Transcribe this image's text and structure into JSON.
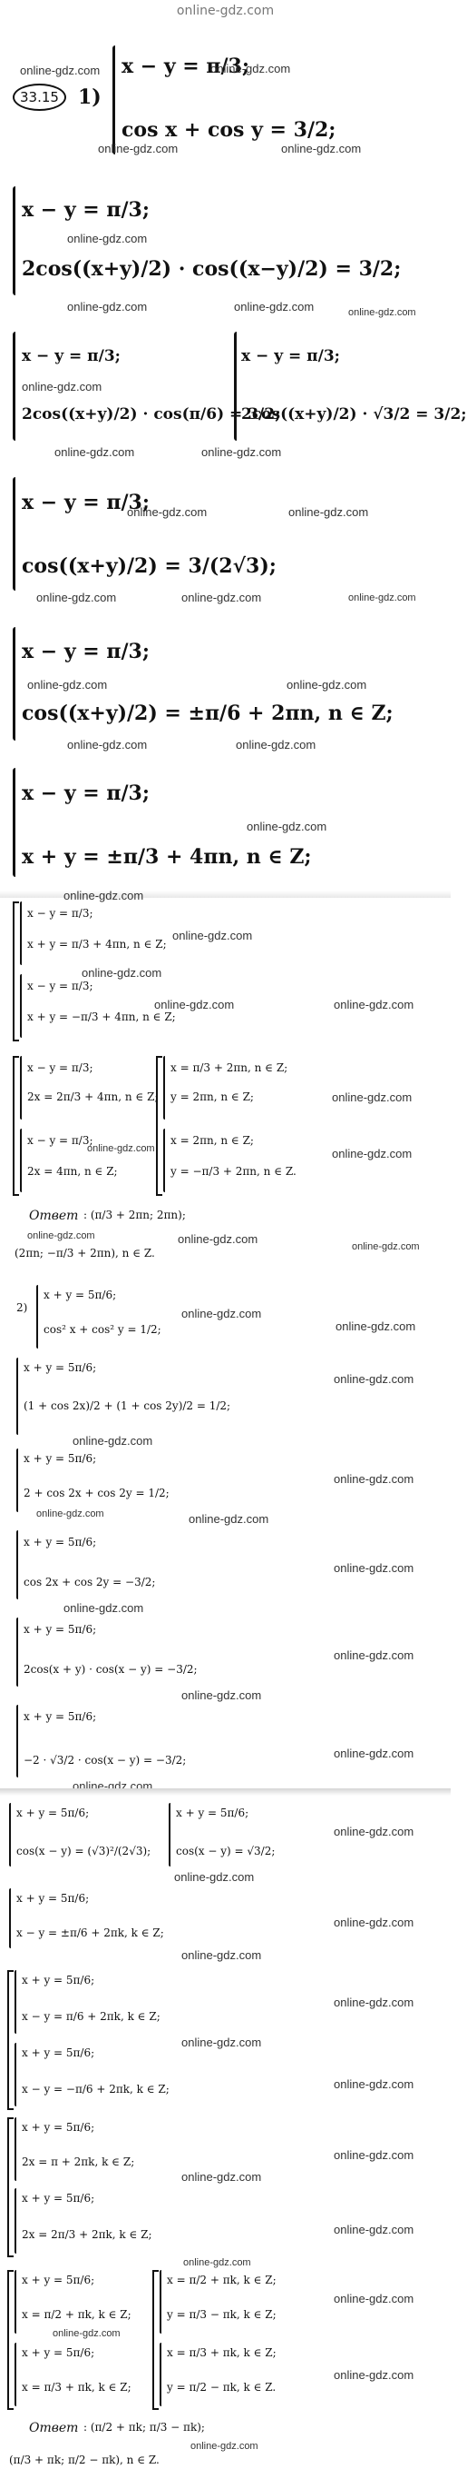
{
  "header": {
    "site": "online-gdz.com"
  },
  "problem": {
    "number": "33.15",
    "part1_label": "1)",
    "part2_label": "2)"
  },
  "watermark": "online-gdz.com",
  "part1": {
    "sys1": [
      "x − y = π/3;",
      "cos x + cos y = 3/2;"
    ],
    "sys2": [
      "x − y = π/3;",
      "2cos((x+y)/2) · cos((x−y)/2) = 3/2;"
    ],
    "sys3a": [
      "x − y = π/3;",
      "2cos((x+y)/2) · cos(π/6) = 3/2;"
    ],
    "sys3b": [
      "x − y = π/3;",
      "2cos((x+y)/2) · √3/2 = 3/2;"
    ],
    "sys4": [
      "x − y = π/3;",
      "cos((x+y)/2) = 3/(2√3);"
    ],
    "sys5": [
      "x − y = π/3;",
      "cos((x+y)/2) = ±π/6 + 2πn, n ∈ Z;"
    ],
    "sys6": [
      "x − y = π/3;",
      "x + y = ±π/3 + 4πn, n ∈ Z;"
    ],
    "sys7": [
      "x − y = π/3;",
      "x + y = π/3 + 4πn, n ∈ Z;",
      "x − y = π/3;",
      "x + y = −π/3 + 4πn, n ∈ Z;"
    ],
    "sys8a": [
      "x − y = π/3;",
      "2x = 2π/3 + 4πn, n ∈ Z;",
      "x − y = π/3;",
      "2x = 4πn, n ∈ Z;"
    ],
    "sys8b": [
      "x = π/3 + 2πn, n ∈ Z;",
      "y = 2πn, n ∈ Z;",
      "x = 2πn, n ∈ Z;",
      "y = −π/3 + 2πn, n ∈ Z."
    ],
    "answer_word": "Ответ",
    "answer1": ": (π/3 + 2πn; 2πn);",
    "answer2": "(2πn; −π/3 + 2πn), n ∈ Z."
  },
  "part2": {
    "sys1": [
      "x + y = 5π/6;",
      "cos² x + cos² y = 1/2;"
    ],
    "sys2": [
      "x + y = 5π/6;",
      "(1 + cos 2x)/2 + (1 + cos 2y)/2 = 1/2;"
    ],
    "sys3": [
      "x + y = 5π/6;",
      "2 + cos 2x + cos 2y = 1/2;"
    ],
    "sys4": [
      "x + y = 5π/6;",
      "cos 2x + cos 2y = −3/2;"
    ],
    "sys5": [
      "x + y = 5π/6;",
      "2cos(x + y) · cos(x − y) = −3/2;"
    ],
    "sys6": [
      "x + y = 5π/6;",
      "−2 · √3/2 · cos(x − y) = −3/2;"
    ],
    "sys7a": [
      "x + y = 5π/6;",
      "cos(x − y) = (√3)²/(2√3);"
    ],
    "sys7b": [
      "x + y = 5π/6;",
      "cos(x − y) = √3/2;"
    ],
    "sys8": [
      "x + y = 5π/6;",
      "x − y = ±π/6 + 2πk, k ∈ Z;"
    ],
    "sys9": [
      "x + y = 5π/6;",
      "x − y = π/6 + 2πk, k ∈ Z;",
      "x + y = 5π/6;",
      "x − y = −π/6 + 2πk, k ∈ Z;"
    ],
    "sys10": [
      "x + y = 5π/6;",
      "2x = π + 2πk, k ∈ Z;",
      "x + y = 5π/6;",
      "2x = 2π/3 + 2πk, k ∈ Z;"
    ],
    "sys11a": [
      "x + y = 5π/6;",
      "x = π/2 + πk, k ∈ Z;",
      "x + y = 5π/6;",
      "x = π/3 + πk, k ∈ Z;"
    ],
    "sys11b": [
      "x = π/2 + πk, k ∈ Z;",
      "y = π/3 − πk, k ∈ Z;",
      "x = π/3 + πk, k ∈ Z;",
      "y = π/2 − πk, k ∈ Z."
    ],
    "answer_word": "Ответ",
    "answer1": ": (π/2 + πk; π/3 − πk);",
    "answer2": "(π/3 + πk; π/2 − πk), n ∈ Z."
  }
}
